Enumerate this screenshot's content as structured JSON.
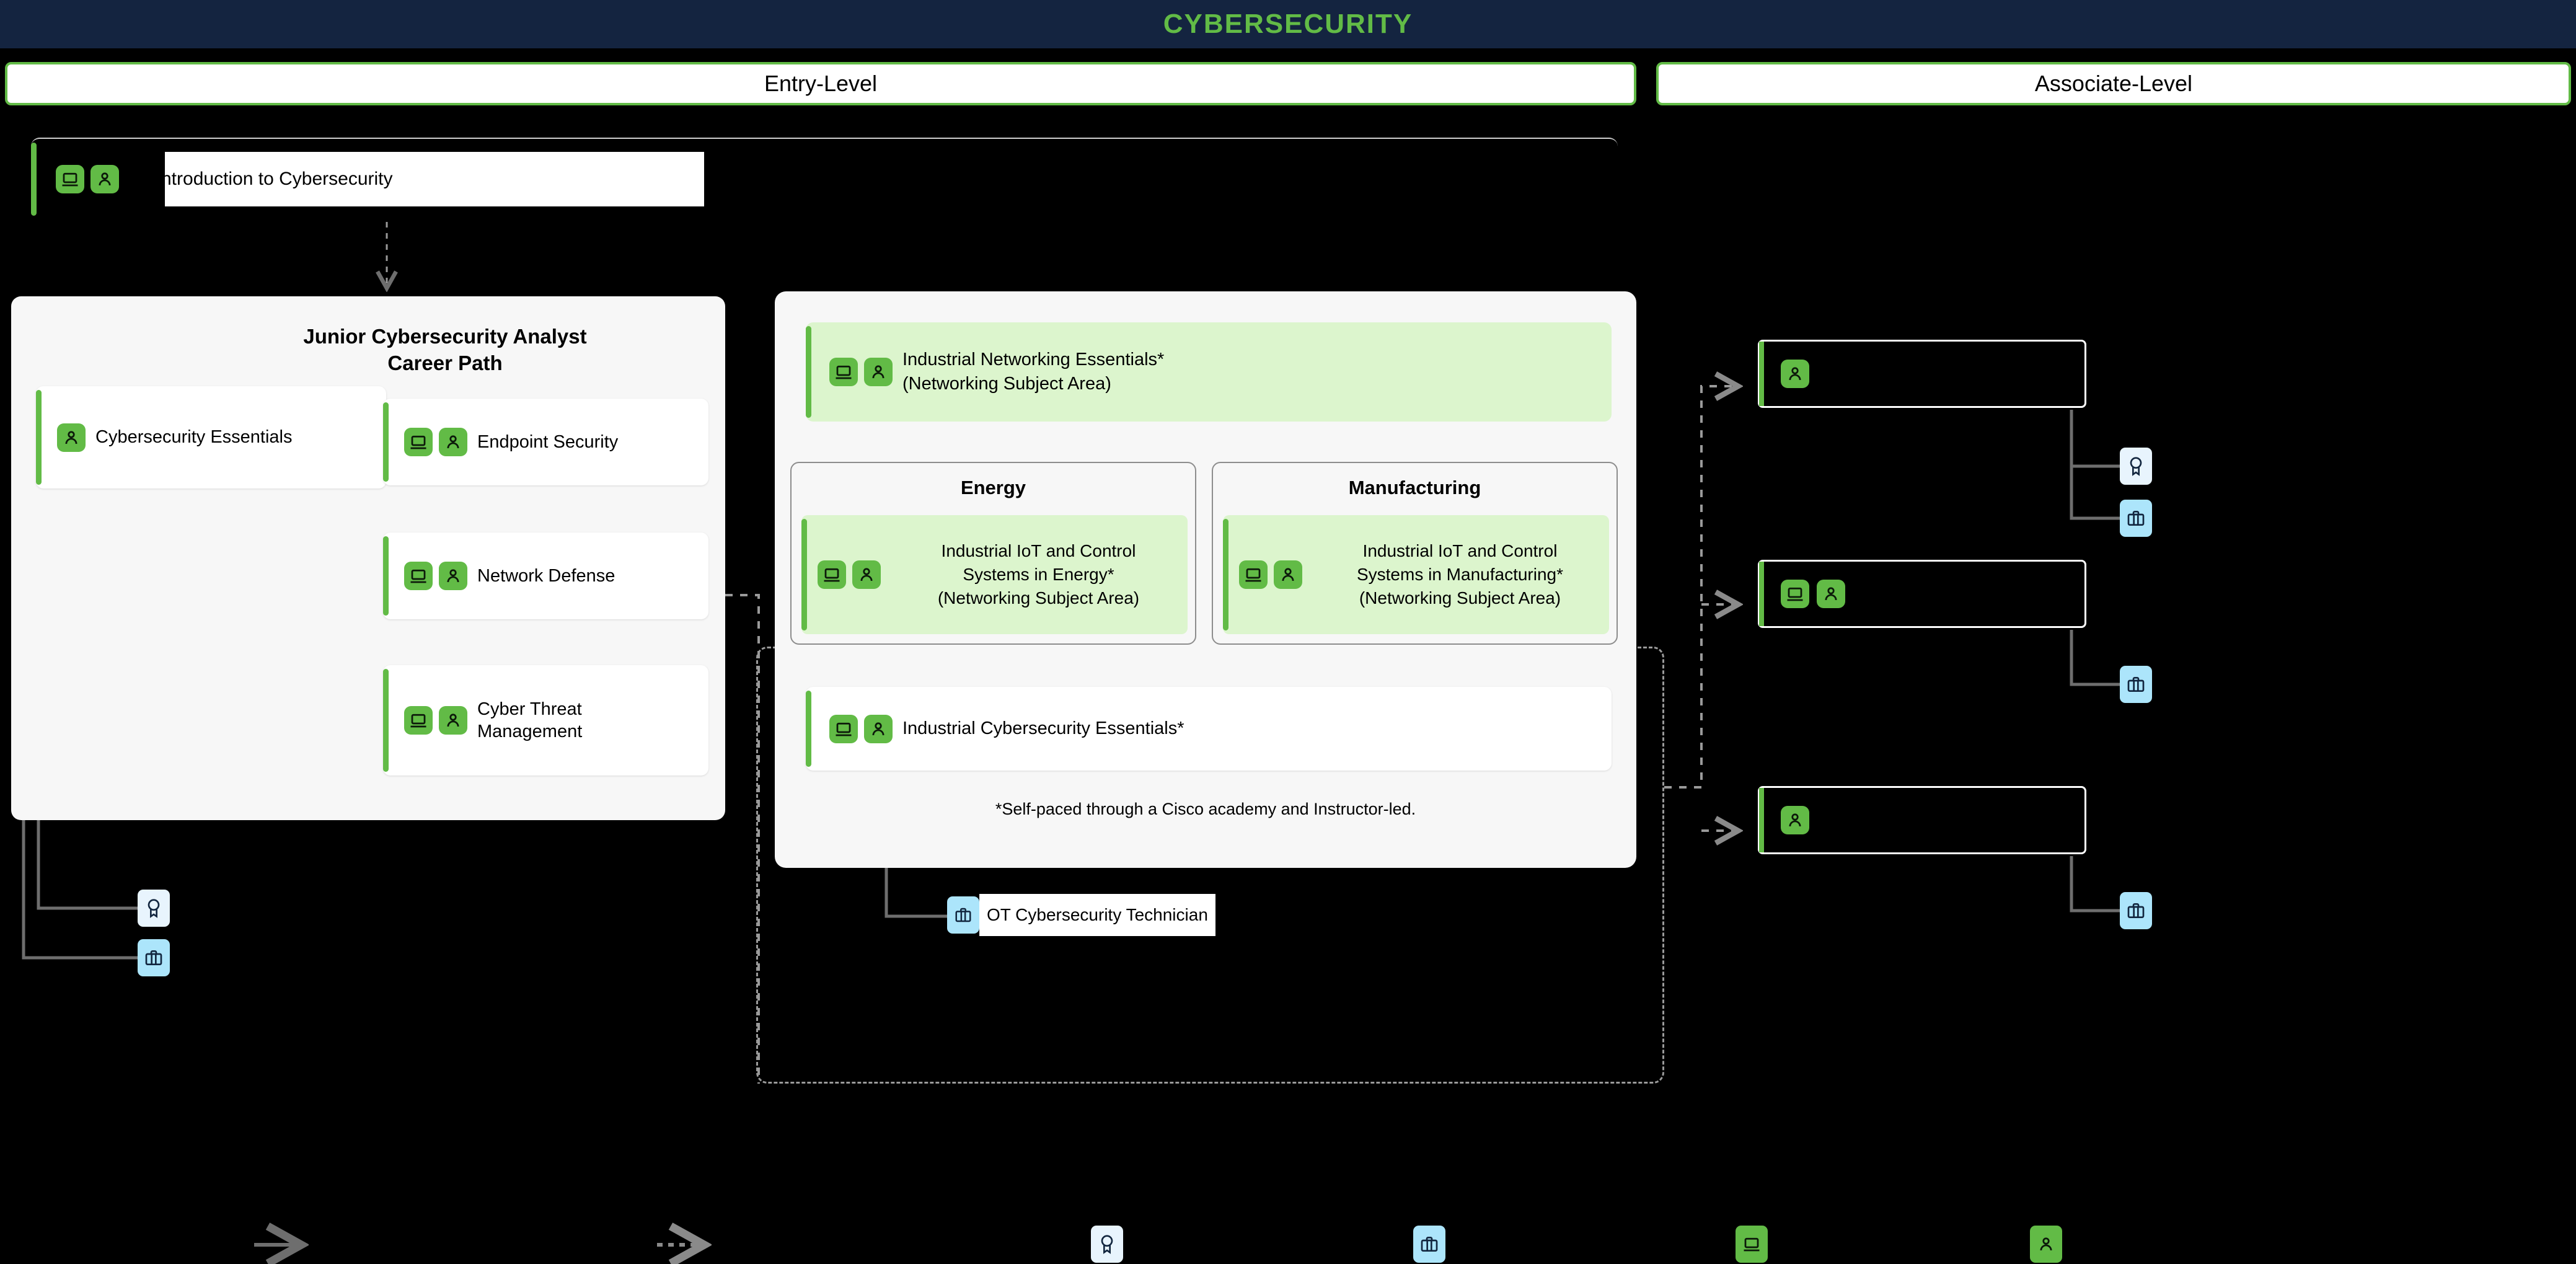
{
  "header": {
    "title": "CYBERSECURITY",
    "bar_color": "#142440",
    "title_color": "#62bb46"
  },
  "levels": [
    {
      "label": "Entry-Level"
    },
    {
      "label": "Associate-Level"
    }
  ],
  "intro": {
    "label": "ntroduction to Cybersecurity",
    "icons": [
      "laptop-icon",
      "person-icon"
    ]
  },
  "career_path": {
    "title_line1": "Junior Cybersecurity Analyst",
    "title_line2": "Career Path",
    "courses": [
      {
        "label": "Cybersecurity Essentials",
        "icons": [
          "person-icon"
        ]
      },
      {
        "label": "Endpoint Security",
        "icons": [
          "laptop-icon",
          "person-icon"
        ]
      },
      {
        "label": "Network Defense",
        "icons": [
          "laptop-icon",
          "person-icon"
        ]
      },
      {
        "label": "Cyber Threat Management",
        "icons": [
          "laptop-icon",
          "person-icon"
        ]
      }
    ]
  },
  "industrial": {
    "top_course": {
      "line1": "Industrial Networking Essentials*",
      "line2": "(Networking Subject Area)",
      "icons": [
        "laptop-icon",
        "person-icon"
      ]
    },
    "sectors": [
      {
        "title": "Energy",
        "course_line1": "Industrial IoT and Control",
        "course_line2": "Systems in Energy*",
        "course_line3": "(Networking Subject Area)",
        "icons": [
          "laptop-icon",
          "person-icon"
        ]
      },
      {
        "title": "Manufacturing",
        "course_line1": "Industrial IoT and Control",
        "course_line2": "Systems in Manufacturing*",
        "course_line3": "(Networking Subject Area)",
        "icons": [
          "laptop-icon",
          "person-icon"
        ]
      }
    ],
    "final_course": {
      "label": "Industrial Cybersecurity Essentials*",
      "icons": [
        "laptop-icon",
        "person-icon"
      ]
    },
    "footnote": "*Self-paced through a Cisco academy and Instructor-led.",
    "job": {
      "label": "OT Cybersecurity Technician",
      "icon": "briefcase-icon"
    }
  },
  "associate": {
    "boxes": [
      {
        "label": "",
        "icons": [
          "person-icon"
        ],
        "outcomes": [
          "badge-icon",
          "briefcase-icon"
        ]
      },
      {
        "label": "",
        "icons": [
          "laptop-icon",
          "person-icon"
        ],
        "outcomes": [
          "briefcase-icon"
        ]
      },
      {
        "label": "",
        "icons": [
          "person-icon"
        ],
        "outcomes": [
          "briefcase-icon"
        ]
      }
    ]
  },
  "entry_outcomes": [
    "badge-icon",
    "briefcase-icon"
  ],
  "legend": [
    {
      "name": "solid-arrow",
      "label": ""
    },
    {
      "name": "dashed-arrow",
      "label": ""
    },
    {
      "name": "badge-icon",
      "label": ""
    },
    {
      "name": "briefcase-icon",
      "label": ""
    },
    {
      "name": "laptop-icon",
      "label": ""
    },
    {
      "name": "person-icon",
      "label": ""
    }
  ],
  "colors": {
    "brand_green": "#62bb46",
    "light_green_fill": "#dcf5cd",
    "badge_blue": "#e8f4fd",
    "job_blue": "#ace5fb",
    "header_navy": "#142440",
    "connector_gray": "#6e6e6e"
  }
}
